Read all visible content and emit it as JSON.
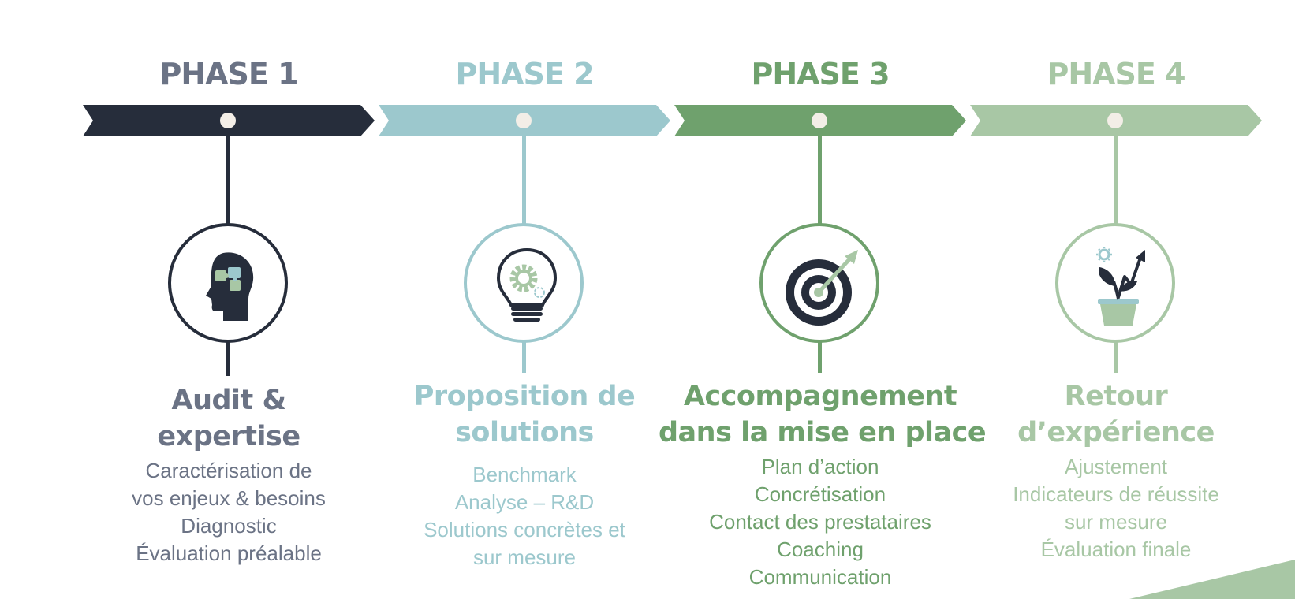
{
  "colors": {
    "phase1": "#262d3b",
    "phase1_text": "#6b7385",
    "phase2": "#9cc8cd",
    "phase3": "#6fa16d",
    "phase4": "#a8c7a5",
    "dot": "#f3eee7"
  },
  "phases": [
    {
      "title": "PHASE 1",
      "icon": "head-puzzle-icon",
      "heading": [
        "Audit &",
        "expertise"
      ],
      "items": [
        "Caractérisation de",
        "vos enjeux & besoins",
        "Diagnostic",
        "Évaluation préalable"
      ]
    },
    {
      "title": "PHASE 2",
      "icon": "lightbulb-gear-icon",
      "heading": [
        "Proposition de",
        "solutions"
      ],
      "items": [
        "Benchmark",
        "Analyse – R&D",
        "Solutions concrètes et",
        "sur mesure"
      ]
    },
    {
      "title": "PHASE 3",
      "icon": "target-arrow-icon",
      "heading": [
        "Accompagnement",
        "dans la mise en place"
      ],
      "items": [
        "Plan d’action",
        "Concrétisation",
        "Contact des prestataires",
        "Coaching",
        "Communication"
      ]
    },
    {
      "title": "PHASE 4",
      "icon": "plant-growth-icon",
      "heading": [
        "Retour",
        "d’expérience"
      ],
      "items": [
        "Ajustement",
        "Indicateurs de réussite",
        "sur mesure",
        "Évaluation finale"
      ]
    }
  ]
}
